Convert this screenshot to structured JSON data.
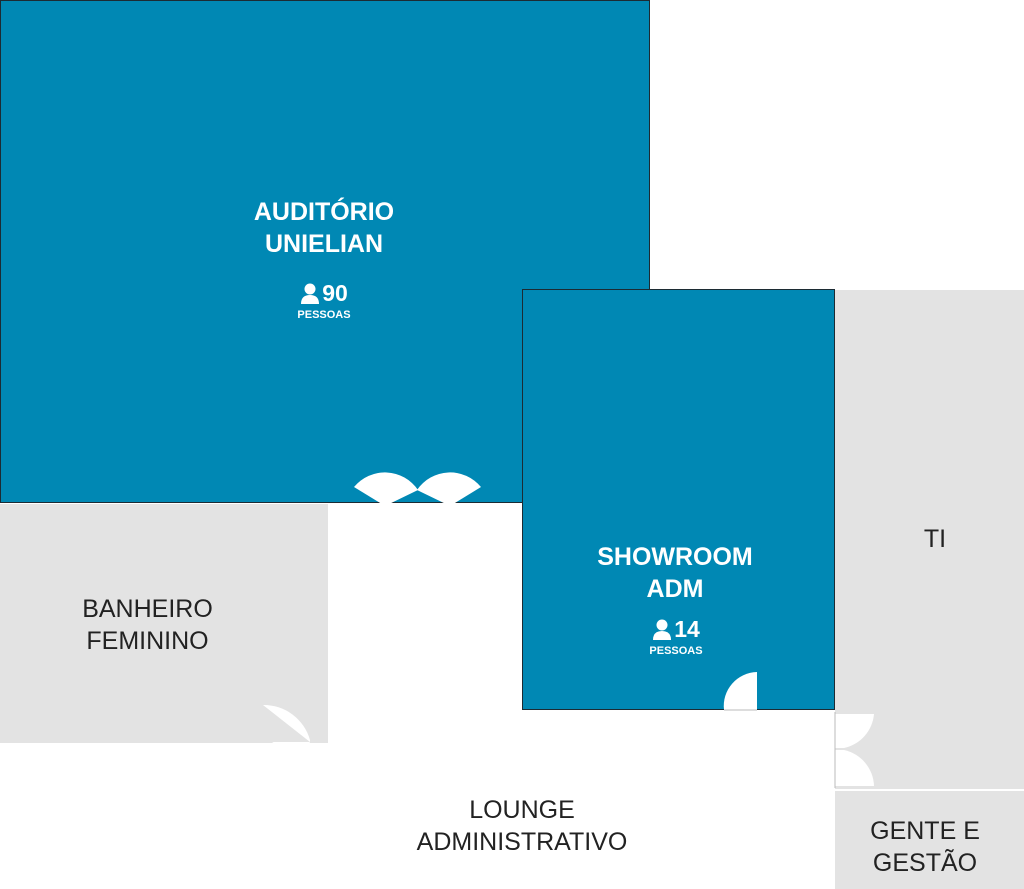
{
  "colors": {
    "room_highlight": "#0088b4",
    "room_neutral": "#e3e3e3"
  },
  "rooms": {
    "auditorio": {
      "name_line1": "AUDITÓRIO",
      "name_line2": "UNIELIAN",
      "capacity": "90",
      "capacity_label": "PESSOAS",
      "icon": "person-icon"
    },
    "showroom": {
      "name_line1": "SHOWROOM",
      "name_line2": "ADM",
      "capacity": "14",
      "capacity_label": "PESSOAS",
      "icon": "person-icon"
    },
    "banheiro": {
      "name_line1": "BANHEIRO",
      "name_line2": "FEMININO"
    },
    "ti": {
      "name_line1": "TI"
    },
    "lounge": {
      "name_line1": "LOUNGE",
      "name_line2": "ADMINISTRATIVO"
    },
    "gente": {
      "name_line1": "GENTE E",
      "name_line2": "GESTÃO"
    }
  }
}
